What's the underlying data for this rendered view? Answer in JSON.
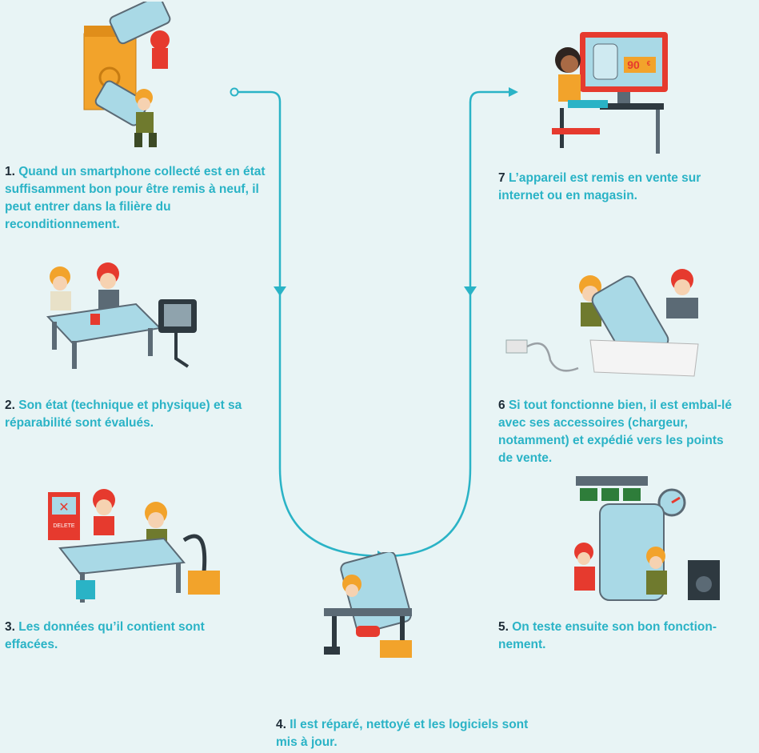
{
  "colors": {
    "background": "#e8f4f5",
    "accent": "#2ab3c6",
    "number": "#1d2b36",
    "helmet_red": "#e63a2e",
    "helmet_orange": "#f2a32b",
    "device": "#a9d9e6"
  },
  "steps": [
    {
      "num": "1.",
      "text": "Quand un smartphone collecté est en état suffisamment bon pour être remis à neuf, il peut entrer dans la filière du reconditionnement.",
      "illustration": "collection-bin-illustration"
    },
    {
      "num": "2.",
      "text": "Son état (technique et physique) et sa réparabilité sont évalués.",
      "illustration": "evaluation-illustration"
    },
    {
      "num": "3.",
      "text": "Les données qu’il contient sont effacées.",
      "illustration": "data-erase-illustration"
    },
    {
      "num": "4.",
      "text": "Il est réparé, nettoyé et les logiciels sont mis à jour.",
      "illustration": "repair-illustration"
    },
    {
      "num": "5.",
      "text": "On teste ensuite son bon fonction-nement.",
      "illustration": "testing-illustration"
    },
    {
      "num": "6",
      "text": "Si tout fonctionne bien, il est embal-lé avec ses accessoires (chargeur, notamment) et expédié vers les points de vente.",
      "illustration": "packaging-illustration"
    },
    {
      "num": "7",
      "text": "L’appareil est remis en vente sur internet ou en magasin.",
      "illustration": "online-sale-illustration"
    }
  ],
  "illustration_text": {
    "price_tag": "90",
    "price_currency": "€",
    "erase_sign": "DELETE"
  }
}
